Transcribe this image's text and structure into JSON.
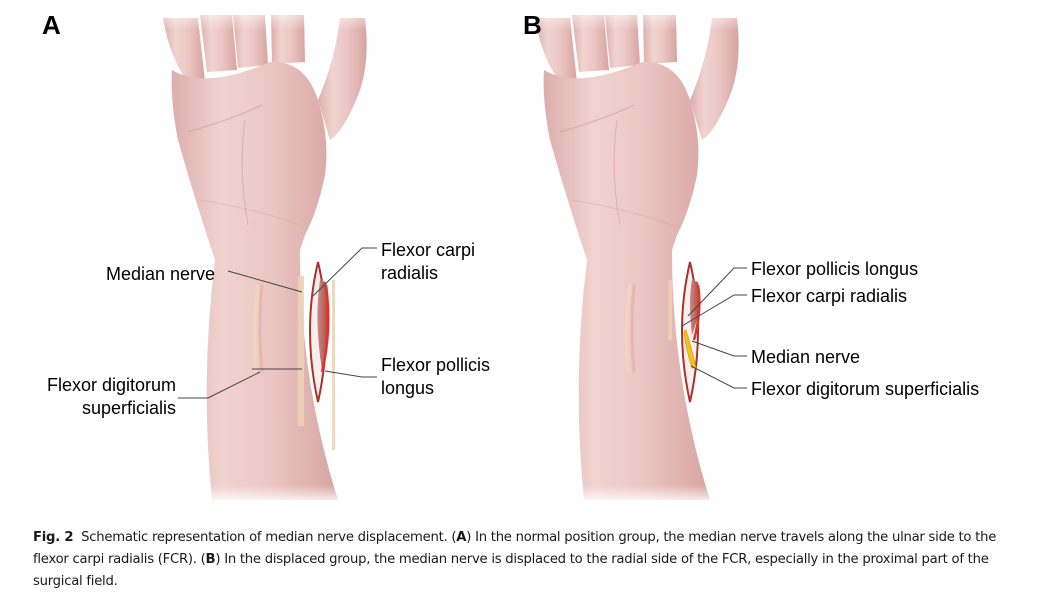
{
  "figure": {
    "panels": [
      {
        "letter": "A",
        "labels": {
          "median_nerve": "Median nerve",
          "fcr_line1": "Flexor carpi",
          "fcr_line2": "radialis",
          "fds_line1": "Flexor digitorum",
          "fds_line2": "superficialis",
          "fpl_line1": "Flexor pollicis",
          "fpl_line2": "longus"
        }
      },
      {
        "letter": "B",
        "labels": {
          "fpl": "Flexor pollicis longus",
          "fcr": "Flexor carpi radialis",
          "median_nerve": "Median nerve",
          "fds": "Flexor digitorum superficialis"
        }
      }
    ],
    "caption": {
      "prefix": "Fig. 2",
      "text_1": "Schematic representation of median nerve displacement. (",
      "ref_a": "A",
      "text_2": ") In the normal position group, the median nerve travels along the ulnar side to the flexor carpi radialis (FCR). (",
      "ref_b": "B",
      "text_3": ") In the displaced group, the median nerve is displaced to the radial side of the FCR, especially in the proximal part of the surgical field."
    },
    "colors": {
      "skin": "#ecc9c6",
      "skin_shadow": "#d9a6a3",
      "incision_edge": "#a8322c",
      "muscle_red": "#d8312a",
      "nerve_yellow": "#f2c417",
      "tendon": "#ecd2b4",
      "leader": "#444444"
    }
  }
}
